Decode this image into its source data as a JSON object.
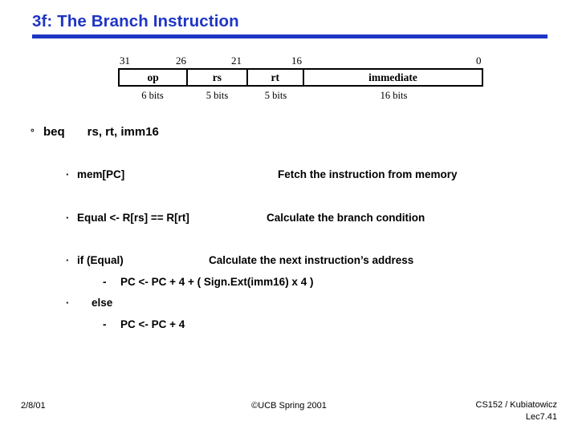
{
  "slide": {
    "title": "3f: The Branch Instruction",
    "title_color": "#1f35c4",
    "rule_color": "#1f35c4"
  },
  "instruction_format": {
    "bit_labels": [
      "31",
      "26",
      "21",
      "16",
      "0"
    ],
    "fields": [
      {
        "name": "op",
        "width_label": "6 bits"
      },
      {
        "name": "rs",
        "width_label": "5 bits"
      },
      {
        "name": "rt",
        "width_label": "5 bits"
      },
      {
        "name": "immediate",
        "width_label": "16 bits"
      }
    ]
  },
  "body": {
    "instruction": {
      "bullet": "°",
      "mnemonic": "beq",
      "operands": "rs, rt, imm16"
    },
    "steps": [
      {
        "bullet": "·",
        "text": "mem[PC]",
        "note": "Fetch the instruction from memory"
      },
      {
        "bullet": "·",
        "text": "Equal <- R[rs] == R[rt]",
        "note": "Calculate the branch condition"
      },
      {
        "bullet": "·",
        "text": "if (Equal)",
        "note": "Calculate the next instruction’s address"
      }
    ],
    "if_body": {
      "dash": "-",
      "text": "PC  <-  PC + 4 + ( Sign.Ext(imm16) x 4 )"
    },
    "else_clause": {
      "bullet": "·",
      "text": "else"
    },
    "else_body": {
      "dash": "-",
      "text": "PC  <-  PC + 4"
    }
  },
  "footer": {
    "date": "2/8/01",
    "copyright": "©UCB Spring 2001",
    "course": "CS152 / Kubiatowicz",
    "lecture": "Lec7.41"
  }
}
